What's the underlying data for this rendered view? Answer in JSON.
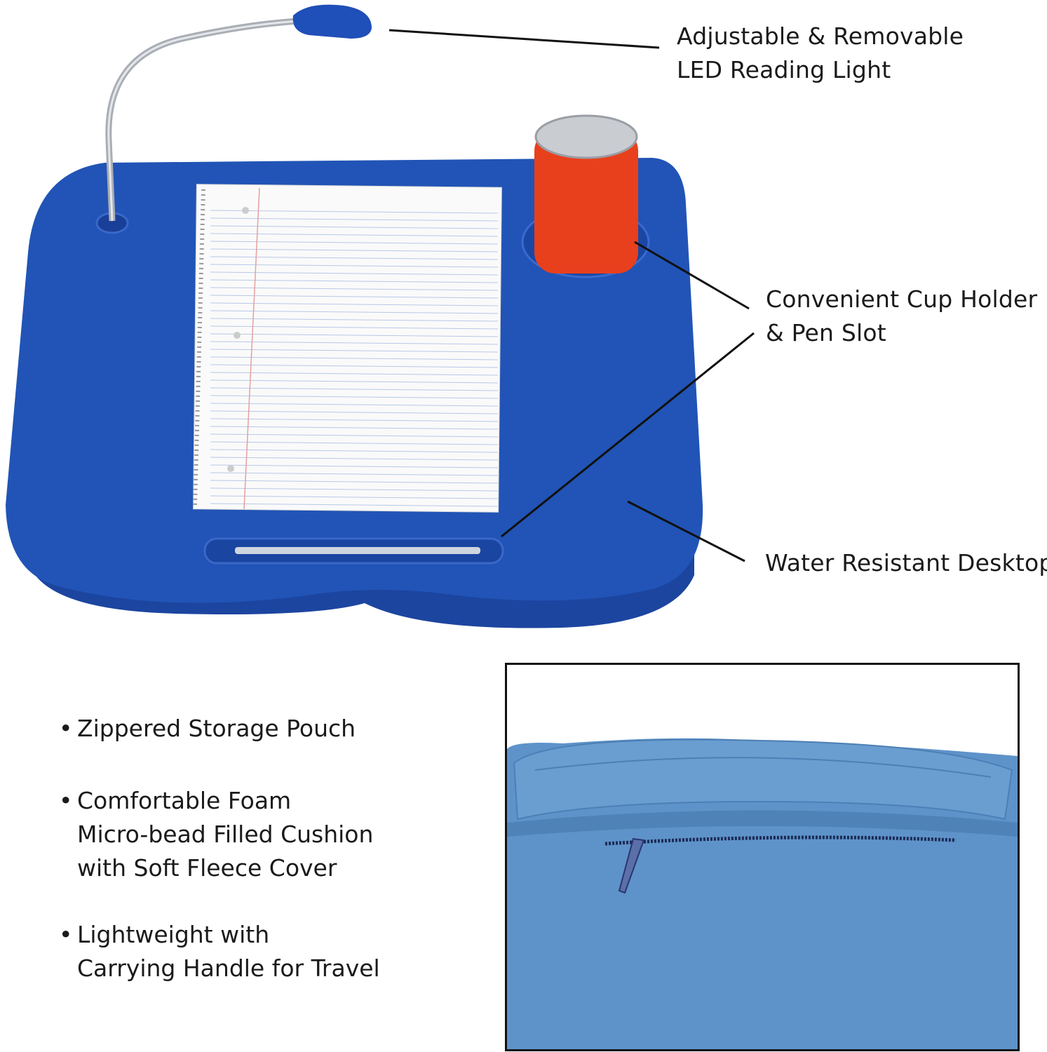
{
  "callouts": [
    {
      "lines": [
        "Adjustable & Removable",
        "LED Reading Light"
      ]
    },
    {
      "lines": [
        "Convenient Cup Holder",
        "& Pen Slot"
      ]
    },
    {
      "lines": [
        "Water Resistant Desktop"
      ]
    }
  ],
  "bullets": [
    {
      "lines": [
        "Zippered Storage Pouch"
      ]
    },
    {
      "lines": [
        "Comfortable Foam",
        "Micro-bead Filled Cushion",
        "with Soft Fleece Cover"
      ]
    },
    {
      "lines": [
        "Lightweight with",
        "Carrying Handle for Travel"
      ]
    }
  ],
  "bullet_symbol": "•",
  "colors": {
    "desk_blue": "#1f4fb0",
    "fleece_blue": "#5e93c9",
    "can_red": "#e8401c"
  }
}
